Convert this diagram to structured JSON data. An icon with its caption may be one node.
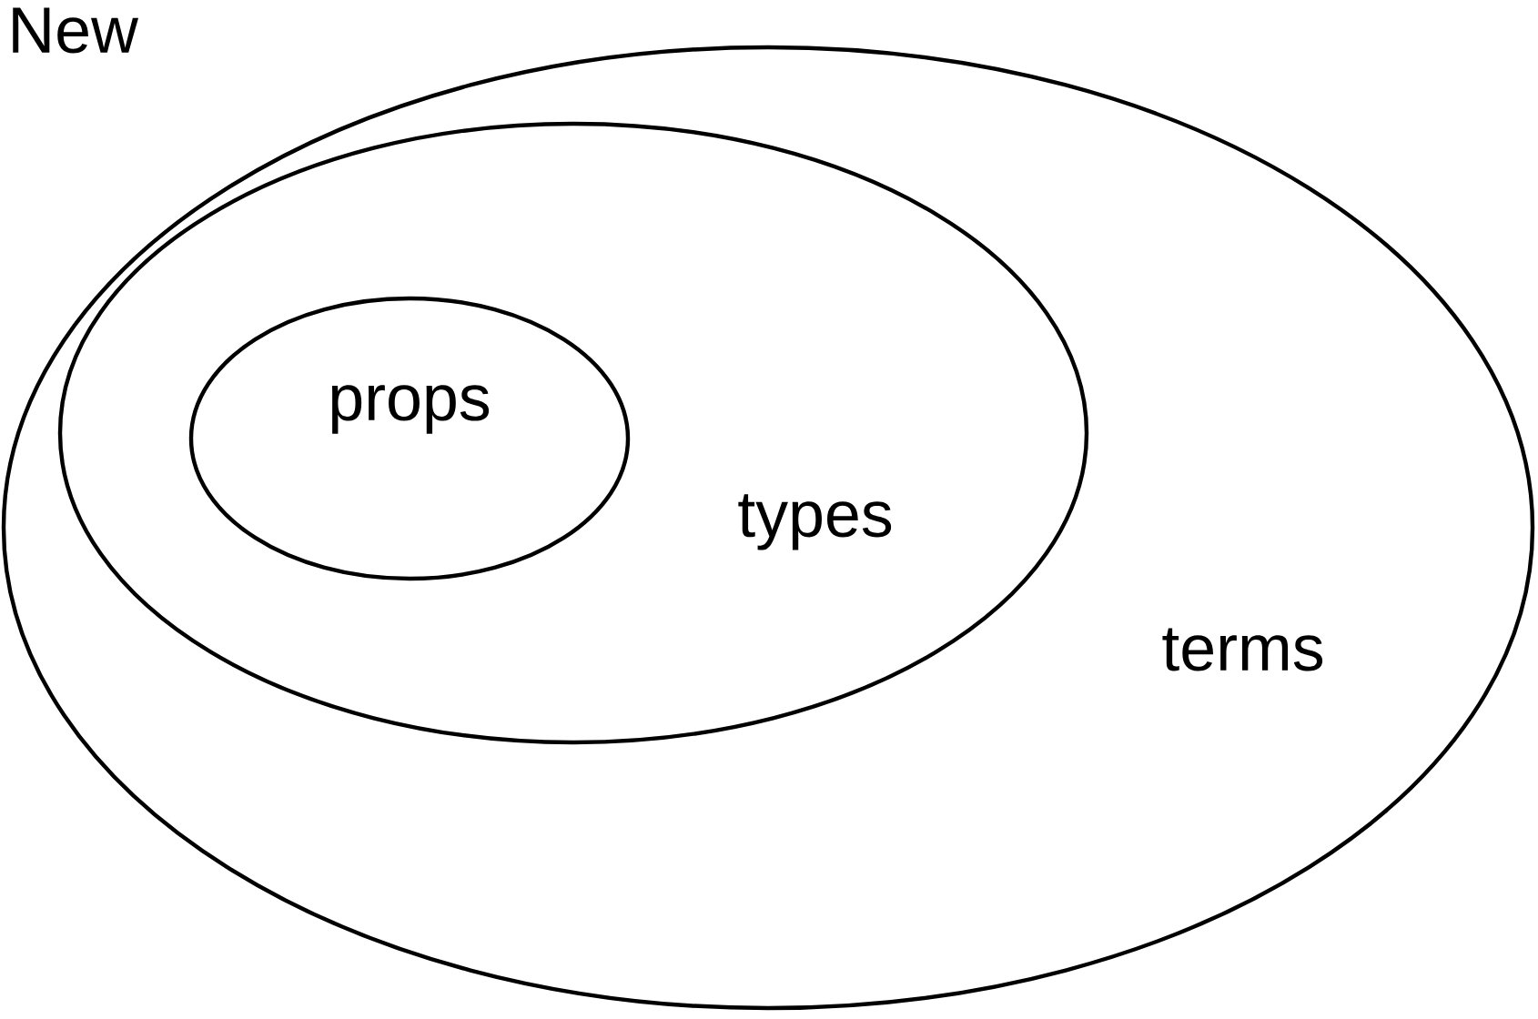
{
  "diagram": {
    "title": "New",
    "nodes": [
      {
        "text": [
          "terms"
        ]
      },
      {
        "text": [
          "types"
        ],
        "in": 0
      },
      {
        "text": [
          "props"
        ],
        "in": 1
      }
    ]
  }
}
